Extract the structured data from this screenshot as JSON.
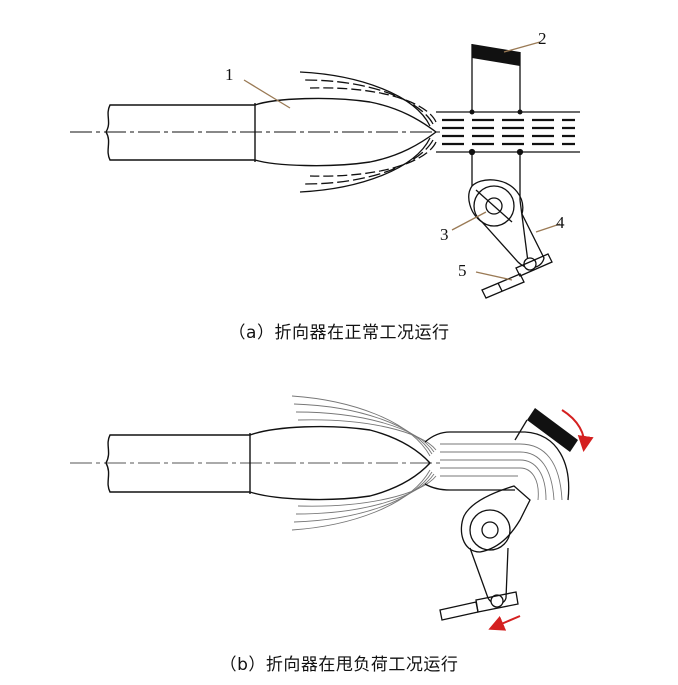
{
  "diagram": {
    "panel_a": {
      "caption": "（a）折向器在正常工况运行",
      "callouts": [
        "1",
        "2",
        "3",
        "4",
        "5"
      ]
    },
    "panel_b": {
      "caption": "（b）折向器在甩负荷工况运行"
    },
    "colors": {
      "line": "#111111",
      "stream": "#555555",
      "arrow": "#d42020"
    }
  }
}
